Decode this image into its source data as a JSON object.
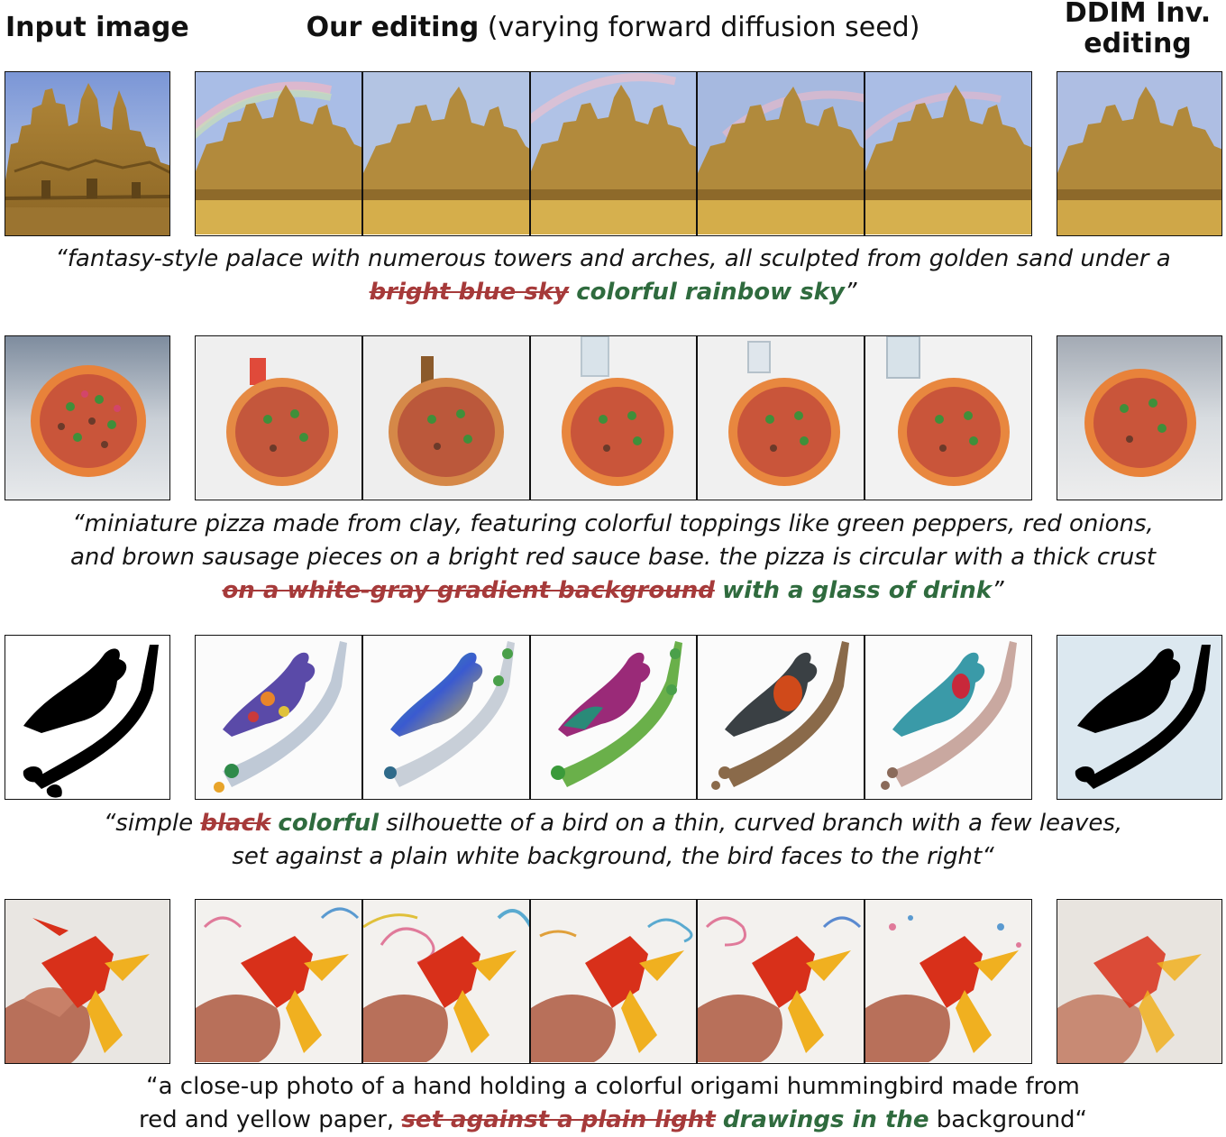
{
  "headers": {
    "input": "Input image",
    "our_bold": "Our editing",
    "our_rest": " (varying forward diffusion seed)",
    "ddim_line1": "DDIM Inv.",
    "ddim_line2": "editing"
  },
  "rows": [
    {
      "subject": "sand-castle",
      "caption": {
        "line1": "“fantasy-style palace with numerous towers and arches, all sculpted from golden sand under a",
        "deleted": "bright blue sky",
        "inserted": "colorful rainbow sky",
        "end": "”"
      }
    },
    {
      "subject": "clay-pizza",
      "caption": {
        "line1": "“miniature pizza made from clay, featuring colorful toppings like green peppers, red onions,",
        "line2": "and brown sausage pieces on a bright red sauce base. the pizza is circular with a thick crust",
        "deleted": "on a white-gray gradient background",
        "inserted": "with a glass of drink",
        "end": "”"
      }
    },
    {
      "subject": "bird-silhouette",
      "caption": {
        "start": "“simple ",
        "deleted": "black",
        "inserted": "colorful",
        "rest": " silhouette of a bird on a thin, curved branch with a few leaves,",
        "line2": "set against a plain white background, the bird faces to the right“"
      }
    },
    {
      "subject": "origami-hummingbird",
      "caption": {
        "line1": "“a close-up photo of a hand holding a colorful origami hummingbird made from",
        "start2": "red and yellow paper, ",
        "deleted": "set against a plain light",
        "inserted": "drawings in the",
        "end": " background“"
      }
    }
  ]
}
